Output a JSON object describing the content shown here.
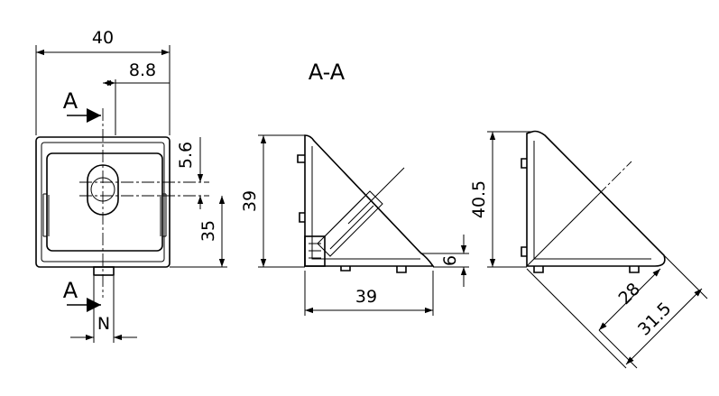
{
  "section_title": "A-A",
  "front_view": {
    "width_label": "40",
    "offset_label": "8.8",
    "section_arrow_top": "A",
    "section_arrow_bottom": "A",
    "hole_offset_label": "5.6",
    "height_label": "35",
    "nut_label": "N"
  },
  "section_view": {
    "height_label": "39",
    "width_label": "39",
    "thickness_label": "6"
  },
  "side_view": {
    "height_label": "40.5",
    "inner_diag_label": "28",
    "outer_diag_label": "31.5"
  }
}
